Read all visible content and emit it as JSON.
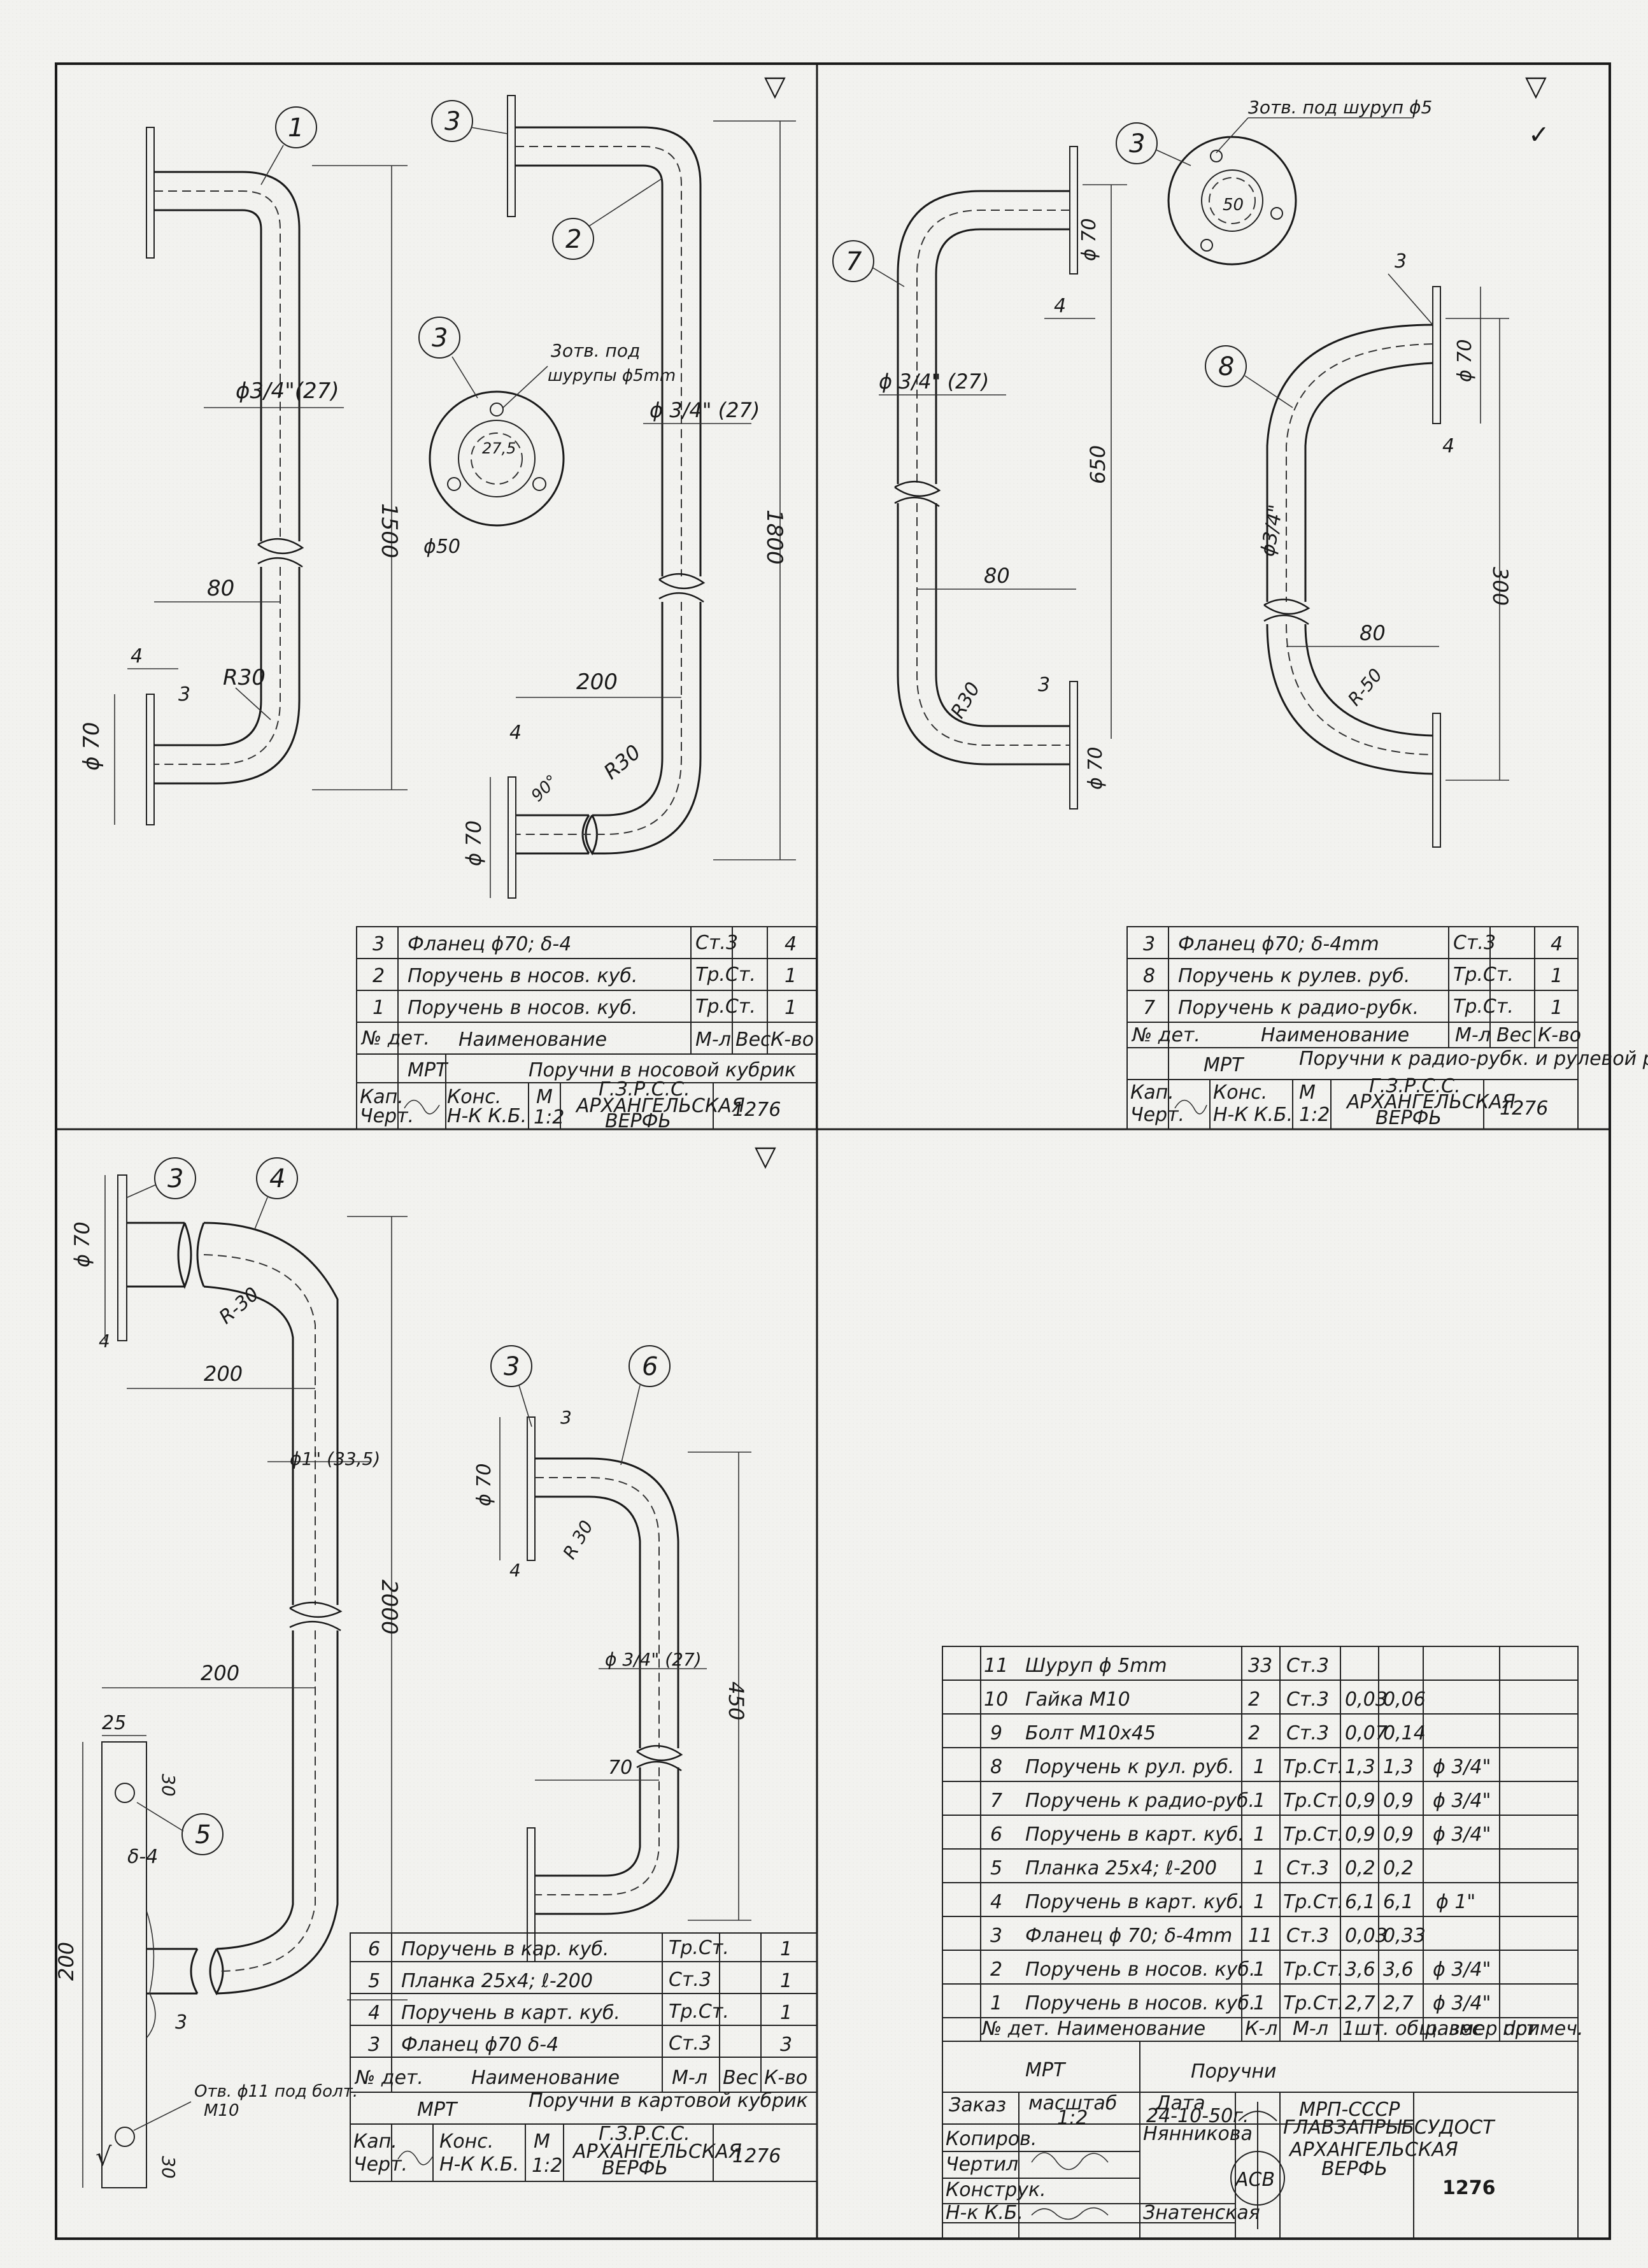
{
  "marks": {
    "corner_symbol": "▽",
    "check": "✓",
    "margin_mark": "√"
  },
  "panel1": {
    "balloons": [
      "1",
      "2",
      "3",
      "3"
    ],
    "hole_note": [
      "3отв. под",
      "шурупы ϕ5mm"
    ],
    "dims": {
      "pipe1_dia": "ϕ3/4\"(27)",
      "pipe2_dia": "ϕ 3/4\" (27)",
      "len1": "1500",
      "len2": "1800",
      "off80": "80",
      "off200": "200",
      "r30a": "R30",
      "r30b": "R30",
      "phi70a": "ϕ 70",
      "phi70b": "ϕ 70",
      "t4a": "4",
      "t4b": "4",
      "t3": "3",
      "flange_d": "ϕ50",
      "flange_inner": "27,5",
      "angle": "90°"
    },
    "table": {
      "rows": [
        [
          "3",
          "Фланец ϕ70; δ-4",
          "Ст.3",
          "",
          "4"
        ],
        [
          "2",
          "Поручень в носов. куб.",
          "Тр.Ст.",
          "",
          "1"
        ],
        [
          "1",
          "Поручень в носов. куб.",
          "Тр.Ст.",
          "",
          "1"
        ]
      ],
      "header": [
        "№ дет.",
        "Наименование",
        "М-л",
        "Вес",
        "К-во"
      ],
      "org": "МРТ",
      "title": "Поручни в носовой кубрик",
      "role_kap": "Кап.",
      "role_cher": "Черт.",
      "role_kons": "Конс.",
      "role_nk": "Н-К К.Б.",
      "scale_m": "М",
      "scale": "1:2",
      "maker": [
        "Г.З.Р.С.С.",
        "АРХАНГЕЛЬСКАЯ",
        "ВЕРФЬ"
      ],
      "number": "1276"
    }
  },
  "panel2": {
    "balloons": [
      "3",
      "7",
      "8"
    ],
    "hole_note": "3отв. под шуруп ϕ5",
    "dims": {
      "pipe7_dia": "ϕ 3/4\" (27)",
      "pipe8_dia": "ϕ3/4\"",
      "len650": "650",
      "len300": "300",
      "off80a": "80",
      "off80b": "80",
      "r30": "R30",
      "r50": "R-50",
      "phi70a": "ϕ 70",
      "phi70b": "ϕ 70",
      "phi70c": "ϕ 70",
      "t4a": "4",
      "t4b": "4",
      "t3a": "3",
      "t3b": "3",
      "flange_d": "50"
    },
    "table": {
      "rows": [
        [
          "3",
          "Фланец ϕ70; δ-4mm",
          "Ст.3",
          "",
          "4"
        ],
        [
          "8",
          "Поручень к рулев. руб.",
          "Тр.Ст.",
          "",
          "1"
        ],
        [
          "7",
          "Поручень к радио-рубк.",
          "Тр.Ст.",
          "",
          "1"
        ]
      ],
      "header": [
        "№ дет.",
        "Наименование",
        "М-л",
        "Вес",
        "К-во"
      ],
      "org": "МРТ",
      "title": "Поручни к радио-рубк. и рулевой рубке",
      "role_kap": "Кап.",
      "role_cher": "Черт.",
      "role_kons": "Конс.",
      "role_nk": "Н-К К.Б.",
      "scale_m": "М",
      "scale": "1:2",
      "maker": [
        "Г.З.Р.С.С.",
        "АРХАНГЕЛЬСКАЯ",
        "ВЕРФЬ"
      ],
      "number": "1276"
    }
  },
  "panel3": {
    "balloons": [
      "3",
      "4",
      "5",
      "3",
      "6"
    ],
    "hole_note": [
      "Отв. ϕ11 под болт.",
      "М10"
    ],
    "dims": {
      "pipe4_dia": "ϕ1\" (33,5)",
      "pipe6_dia": "ϕ 3/4\" (27)",
      "len2000": "2000",
      "len450": "450",
      "off200a": "200",
      "off200b": "200",
      "off70": "70",
      "r30a": "R-30",
      "r30b": "R 30",
      "phi70a": "ϕ 70",
      "phi70b": "ϕ 70",
      "t4a": "4",
      "t4b": "4",
      "t3a": "3",
      "t3b": "3",
      "w25": "25",
      "d30a": "30",
      "d30b": "30",
      "l200": "200",
      "th": "δ-4"
    },
    "table": {
      "rows": [
        [
          "6",
          "Поручень в кар. куб.",
          "Тр.Ст.",
          "",
          "1"
        ],
        [
          "5",
          "Планка 25х4; ℓ-200",
          "Ст.3",
          "",
          "1"
        ],
        [
          "4",
          "Поручень в карт. куб.",
          "Тр.Ст.",
          "",
          "1"
        ],
        [
          "3",
          "Фланец ϕ70 δ-4",
          "Ст.3",
          "",
          "3"
        ]
      ],
      "header": [
        "№ дет.",
        "Наименование",
        "М-л",
        "Вес",
        "К-во"
      ],
      "org": "МРТ",
      "title": "Поручни в картовой кубрик",
      "role_kap": "Кап.",
      "role_cher": "Черт.",
      "role_kons": "Конс.",
      "role_nk": "Н-К К.Б.",
      "scale_m": "М",
      "scale": "1:2",
      "maker": [
        "Г.З.Р.С.С.",
        "АРХАНГЕЛЬСКАЯ",
        "ВЕРФЬ"
      ],
      "number": "1276"
    }
  },
  "spec": {
    "rows": [
      [
        "11",
        "Шуруп ϕ 5mm",
        "33",
        "Ст.3",
        "",
        "",
        ""
      ],
      [
        "10",
        "Гайка М10",
        "2",
        "Ст.3",
        "0,03",
        "0,06",
        ""
      ],
      [
        "9",
        "Болт М10х45",
        "2",
        "Ст.3",
        "0,07",
        "0,14",
        ""
      ],
      [
        "8",
        "Поручень к рул. руб.",
        "1",
        "Тр.Ст.",
        "1,3",
        "1,3",
        "ϕ 3/4\""
      ],
      [
        "7",
        "Поручень к радио-руб.",
        "1",
        "Тр.Ст.",
        "0,9",
        "0,9",
        "ϕ 3/4\""
      ],
      [
        "6",
        "Поручень в карт. куб.",
        "1",
        "Тр.Ст.",
        "0,9",
        "0,9",
        "ϕ 3/4\""
      ],
      [
        "5",
        "Планка 25х4; ℓ-200",
        "1",
        "Ст.3",
        "0,2",
        "0,2",
        ""
      ],
      [
        "4",
        "Поручень в карт. куб.",
        "1",
        "Тр.Ст.",
        "6,1",
        "6,1",
        "ϕ 1\""
      ],
      [
        "3",
        "Фланец ϕ 70; δ-4mm",
        "11",
        "Ст.3",
        "0,03",
        "0,33",
        ""
      ],
      [
        "2",
        "Поручень в носов. куб.",
        "1",
        "Тр.Ст.",
        "3,6",
        "3,6",
        "ϕ 3/4\""
      ],
      [
        "1",
        "Поручень в носов. куб.",
        "1",
        "Тр.Ст.",
        "2,7",
        "2,7",
        "ϕ 3/4\""
      ]
    ],
    "header": [
      "№ дет.",
      "Наименование",
      "К-л",
      "М-л",
      "1шт. общ. вес",
      "размер dст",
      "примеч."
    ],
    "org": "МРТ",
    "title": "Поручни",
    "order_label": "Заказ",
    "scale_label": "масштаб",
    "scale": "1:2",
    "date_label": "Дата",
    "date": "24-10-50г.",
    "roles": [
      "Копиров.",
      "Чертил",
      "Конструк.",
      "Н-к К.Б."
    ],
    "people": [
      "Нянникова",
      "Знатенская"
    ],
    "ministry": [
      "МРП-СССР",
      "ГЛАВЗАПРЫБСУДОСТ",
      "АРХАНГЕЛЬСКАЯ",
      "ВЕРФЬ"
    ],
    "logo": "АСВ",
    "number": "1276"
  }
}
